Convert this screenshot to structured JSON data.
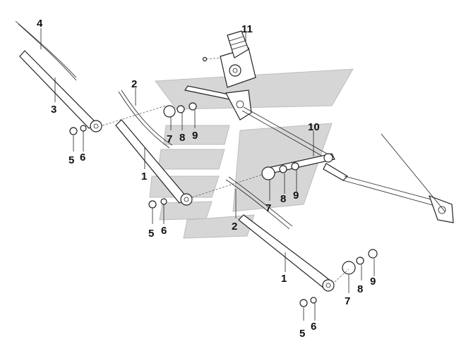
{
  "diagram": {
    "colors": {
      "line": "#222222",
      "watermark": "#d6d6d6",
      "background": "#ffffff"
    },
    "callouts": [
      {
        "id": "c4",
        "text": "4"
      },
      {
        "id": "c3",
        "text": "3"
      },
      {
        "id": "c5a",
        "text": "5"
      },
      {
        "id": "c6a",
        "text": "6"
      },
      {
        "id": "c2a",
        "text": "2"
      },
      {
        "id": "c1a",
        "text": "1"
      },
      {
        "id": "c7a",
        "text": "7"
      },
      {
        "id": "c8a",
        "text": "8"
      },
      {
        "id": "c9a",
        "text": "9"
      },
      {
        "id": "c11",
        "text": "11"
      },
      {
        "id": "c10",
        "text": "10"
      },
      {
        "id": "c5b",
        "text": "5"
      },
      {
        "id": "c6b",
        "text": "6"
      },
      {
        "id": "c2b",
        "text": "2"
      },
      {
        "id": "c7b",
        "text": "7"
      },
      {
        "id": "c8b",
        "text": "8"
      },
      {
        "id": "c9b",
        "text": "9"
      },
      {
        "id": "c1b",
        "text": "1"
      },
      {
        "id": "c7c",
        "text": "7"
      },
      {
        "id": "c8c",
        "text": "8"
      },
      {
        "id": "c9c",
        "text": "9"
      },
      {
        "id": "c5c",
        "text": "5"
      },
      {
        "id": "c6c",
        "text": "6"
      }
    ]
  }
}
